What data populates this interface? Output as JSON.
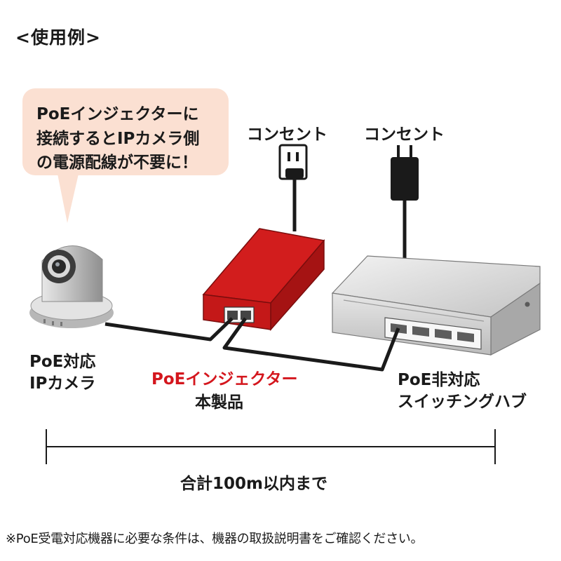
{
  "heading": "<使用例>",
  "callout": {
    "lines": [
      "PoEインジェクターに",
      "接続するとIPカメラ側",
      "の電源配線が不要に！"
    ]
  },
  "outlets": {
    "left_label": "コンセント",
    "right_label": "コンセント"
  },
  "devices": {
    "camera": {
      "line1": "PoE対応",
      "line2": "IPカメラ",
      "icon": "ip-camera-icon"
    },
    "injector": {
      "line1": "PoEインジェクター",
      "line2": "本製品",
      "color": "#d4161d",
      "icon": "poe-injector-icon"
    },
    "hub": {
      "line1": "PoE非対応",
      "line2": "スイッチングハブ",
      "icon": "switching-hub-icon"
    }
  },
  "distance": {
    "label": "合計100m以内まで"
  },
  "footnote": "※PoE受電対応機器に必要な条件は、機器の取扱説明書をご確認ください。",
  "colors": {
    "callout_bg": "#fbe0d2",
    "injector_red": "#d4161d",
    "cable": "#1a1a1a",
    "device_gray": "#c9c9c9"
  }
}
